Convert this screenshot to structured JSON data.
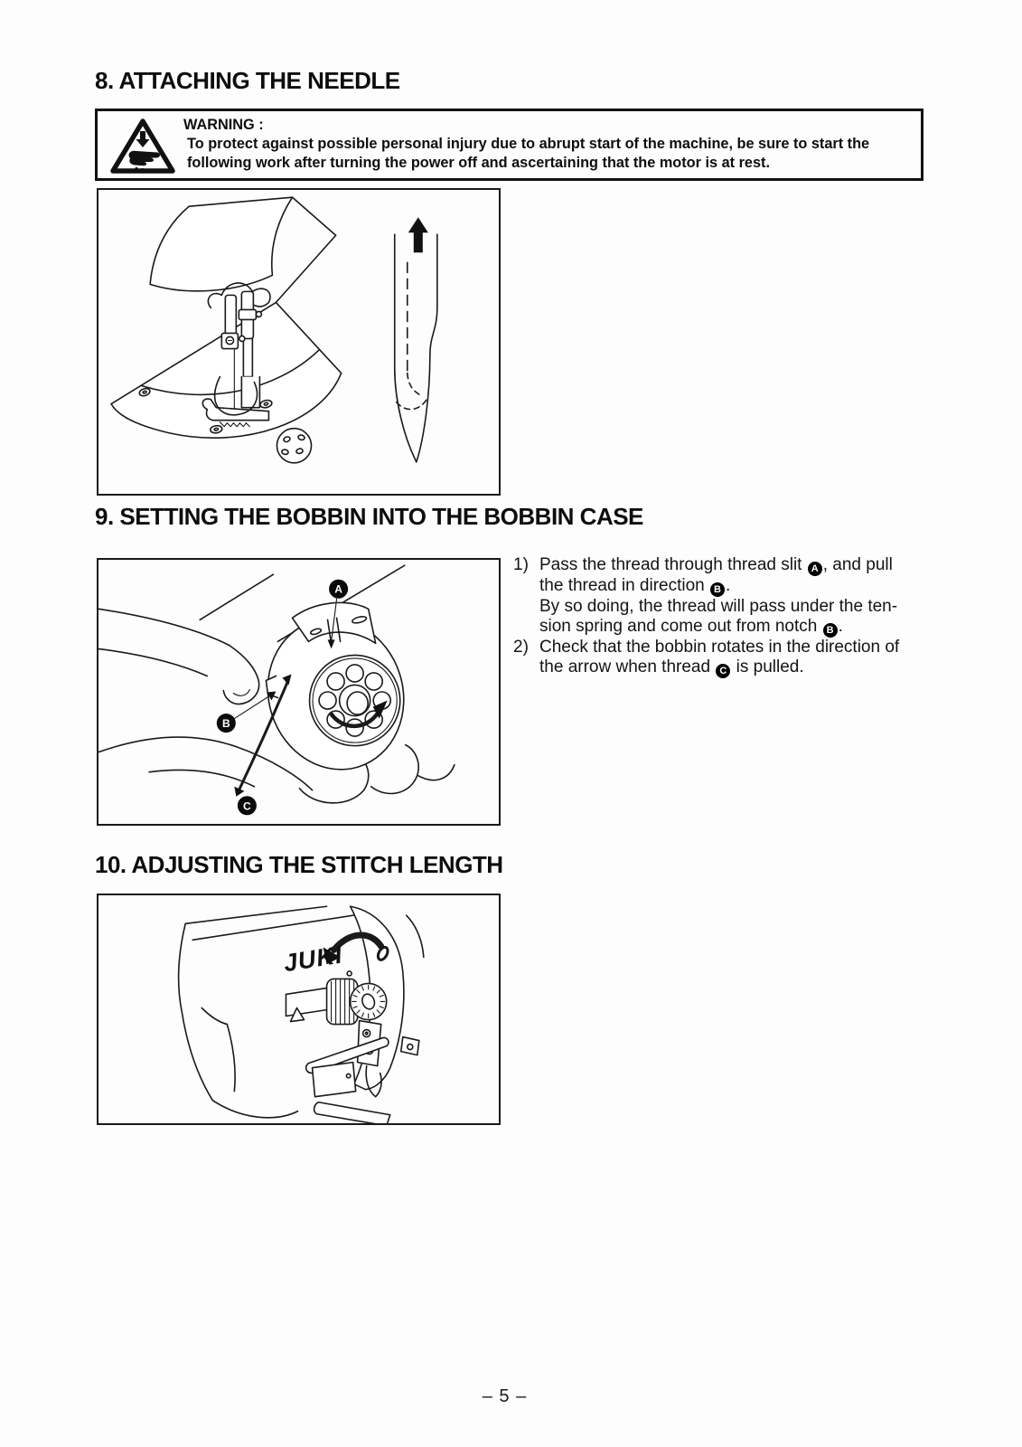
{
  "page": {
    "number": "– 5 –"
  },
  "section8": {
    "heading": "8. ATTACHING THE NEEDLE",
    "warning": {
      "icon": "needle-hand-warning-triangle-icon",
      "title": "WARNING :",
      "line1": "To protect against possible personal injury due to abrupt start of the machine, be sure to start the",
      "line2": "following work after turning the power off and ascertaining that the motor is at rest."
    }
  },
  "section9": {
    "heading": "9. SETTING THE BOBBIN INTO THE BOBBIN CASE",
    "figure_markers": [
      "A",
      "B",
      "C"
    ],
    "steps": [
      {
        "marker": "1)",
        "lines": [
          [
            {
              "t": "Pass the thread through thread slit "
            },
            {
              "m": "A"
            },
            {
              "t": ", and pull"
            }
          ],
          [
            {
              "t": "the thread in direction "
            },
            {
              "m": "B"
            },
            {
              "t": "."
            }
          ],
          [
            {
              "t": "By so doing, the thread will pass under the ten-"
            }
          ],
          [
            {
              "t": "sion spring and come out from notch "
            },
            {
              "m": "B"
            },
            {
              "t": "."
            }
          ]
        ]
      },
      {
        "marker": "2)",
        "lines": [
          [
            {
              "t": "Check that the bobbin rotates in the direction of"
            }
          ],
          [
            {
              "t": "the arrow when thread "
            },
            {
              "m": "C"
            },
            {
              "t": " is pulled."
            }
          ]
        ]
      }
    ]
  },
  "section10": {
    "heading": "10. ADJUSTING THE STITCH LENGTH",
    "figure_logo": "JUKI"
  }
}
